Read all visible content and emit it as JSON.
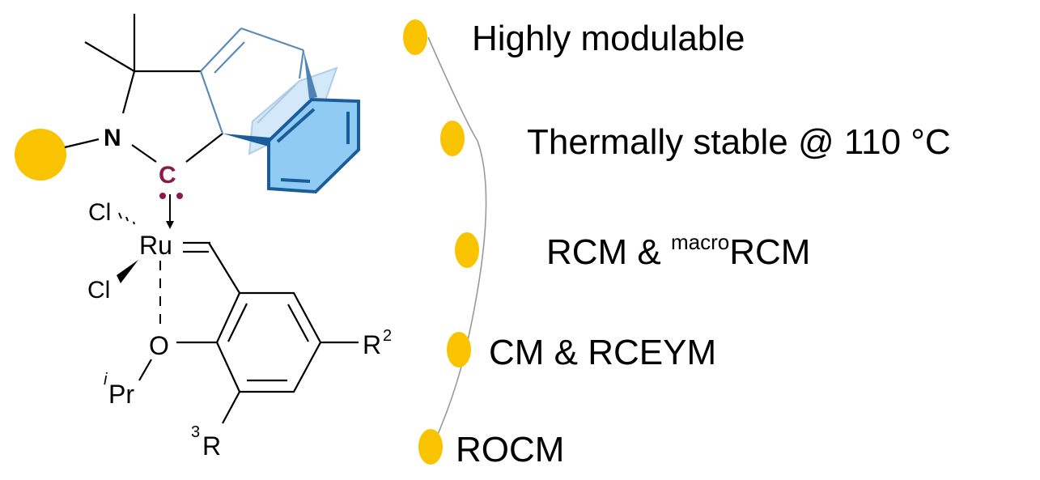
{
  "title": "Ru-CAAC olefin metathesis catalyst features",
  "colors": {
    "accent_dot": "#F9C300",
    "carbene_atom": "#8B1A4A",
    "arene_fill": "#8FCBF2",
    "arene_stroke": "#1B5D9C",
    "backbone_stroke": "#5A8BB8",
    "arc": "#999999"
  },
  "molecule": {
    "nitrogen": "N",
    "carbene_carbon": "C",
    "metal": "Ru",
    "chloride_top": "Cl",
    "chloride_bottom": "Cl",
    "oxygen": "O",
    "isopropyl_prefix": "i",
    "isopropyl": "Pr",
    "r2_label": "R",
    "r2_sup": "2",
    "r3_sup": "3",
    "r3_label": "R"
  },
  "features": [
    {
      "text": "Highly modulable"
    },
    {
      "text": "Thermally stable @ 110 °C"
    },
    {
      "text_pre": "RCM & ",
      "text_sup": "macro",
      "text_post": "RCM"
    },
    {
      "text": "CM & RCEYM"
    },
    {
      "text": "ROCM"
    }
  ]
}
